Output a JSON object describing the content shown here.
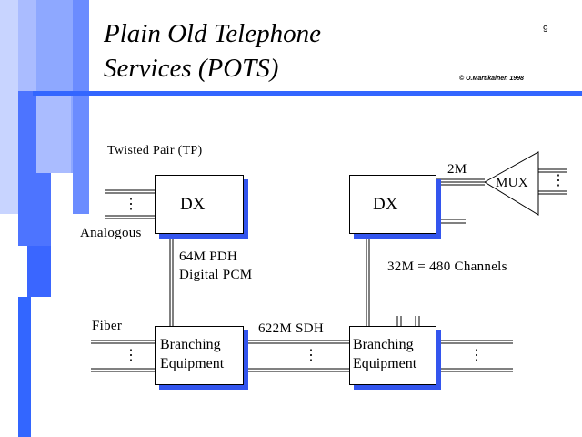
{
  "slide": {
    "title_line1": "Plain Old Telephone",
    "title_line2": "Services (POTS)",
    "page_number": "9",
    "copyright": "© O.Martikainen 1998"
  },
  "diagram": {
    "twisted_pair_label": "Twisted Pair (TP)",
    "analogous_label": "Analogous",
    "fiber_label": "Fiber",
    "dx_left": "DX",
    "dx_right": "DX",
    "mux": "MUX",
    "link_2m": "2M",
    "pdh_line1": "64M PDH",
    "pdh_line2": "Digital PCM",
    "channels_label": "32M = 480 Channels",
    "sdh_label": "622M SDH",
    "branching_left_line1": "Branching",
    "branching_left_line2": "Equipment",
    "branching_right_line1": "Branching",
    "branching_right_line2": "Equipment",
    "ellipsis": "⋮"
  },
  "colors": {
    "accent_blue": "#3366ff",
    "shadow_blue": "#3355ee"
  }
}
